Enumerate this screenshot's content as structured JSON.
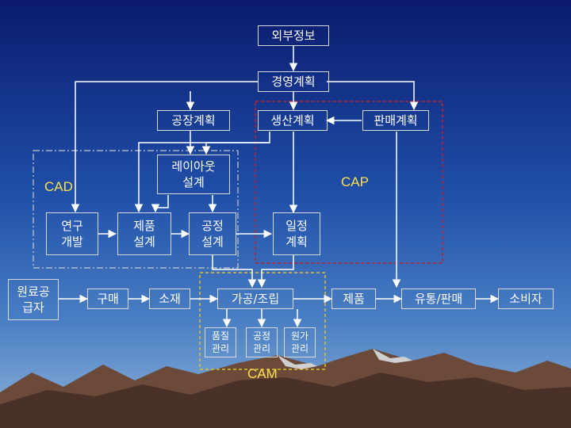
{
  "nodes": {
    "external_info": "외부정보",
    "management_plan": "경영계획",
    "factory_plan": "공장계획",
    "production_plan": "생산계획",
    "sales_plan": "판매계획",
    "layout_design": "레이아웃\n설계",
    "research_dev": "연구\n개발",
    "product_design": "제품\n설계",
    "process_design": "공정\n설계",
    "schedule_plan": "일정\n계획",
    "raw_supplier": "원료공\n급자",
    "purchasing": "구매",
    "material": "소재",
    "processing_assembly": "가공/조립",
    "product": "제품",
    "distribution_sales": "유통/판매",
    "consumer": "소비자",
    "quality_mgmt": "품질\n관리",
    "process_mgmt": "공정\n관리",
    "cost_mgmt": "원가\n관리"
  },
  "regions": {
    "cad": "CAD",
    "cap": "CAP",
    "cam": "CAM"
  },
  "colors": {
    "cad_border": "#c8c8c8",
    "cap_border": "#c0202a",
    "cam_border": "#e0c030",
    "region_label": "#ffe04a"
  }
}
